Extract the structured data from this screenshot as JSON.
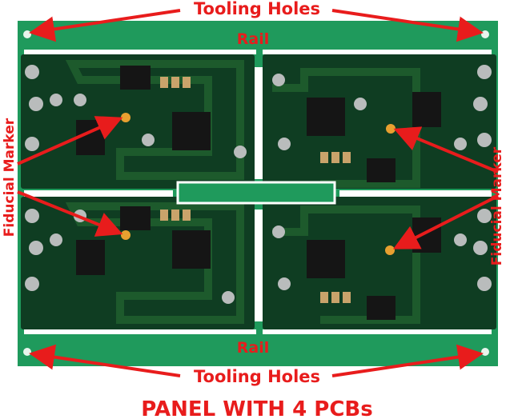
{
  "labels": {
    "tooling_holes_top": "Tooling Holes",
    "tooling_holes_bottom": "Tooling Holes",
    "rail_top": "Rail",
    "rail_bottom": "Rail",
    "fiducial_left": "Fiducial Marker",
    "fiducial_right": "Fiducial Marker",
    "caption": "PANEL WITH 4 PCBs"
  },
  "colors": {
    "annotation": "#e81c1c",
    "panel": "#1f9a5c",
    "pcb": "#0f3d22",
    "trace": "#1d5a2c",
    "fiducial": "#e8a030",
    "pad": "#b9bcbc"
  }
}
